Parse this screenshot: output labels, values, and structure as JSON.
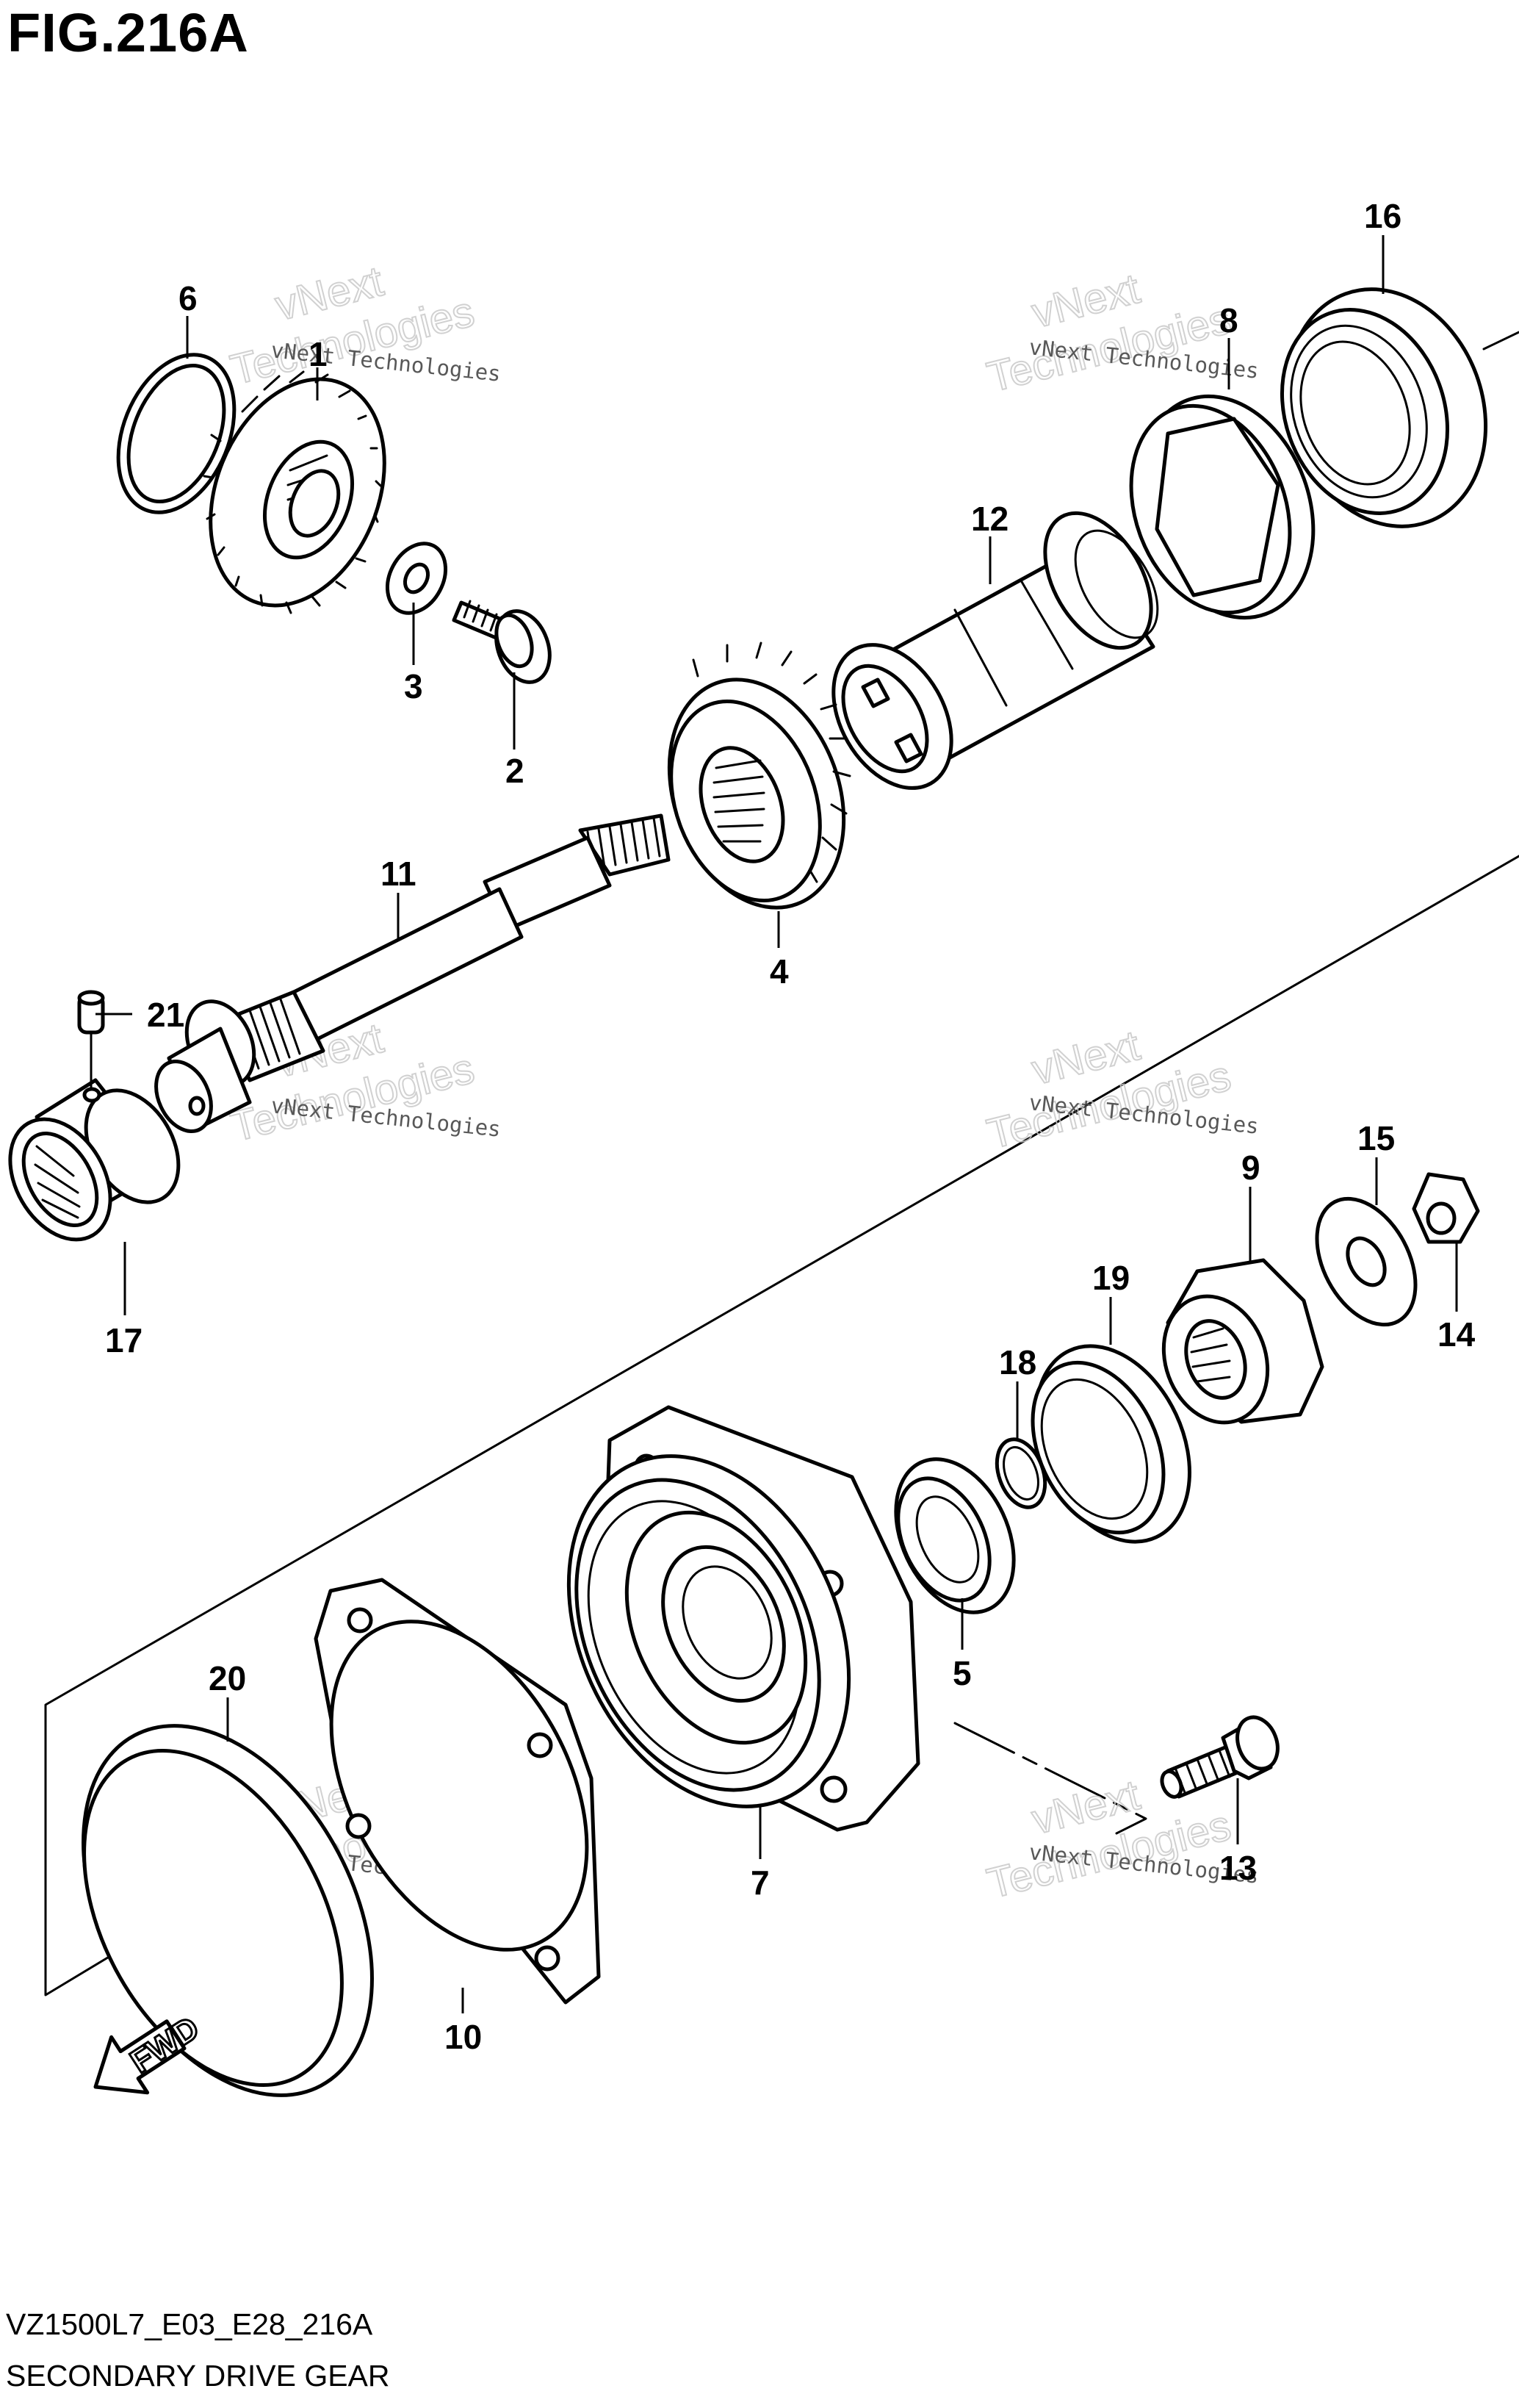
{
  "figure": {
    "title": "FIG.216A",
    "model_code": "VZ1500L7_E03_E28_216A",
    "section_name": "SECONDARY DRIVE GEAR"
  },
  "watermark": {
    "line_small": "vNext Technologies",
    "word_1": "vNext",
    "word_2": "Technologies"
  },
  "direction_marker": "FWD",
  "callouts": {
    "c1": "1",
    "c2": "2",
    "c3": "3",
    "c4": "4",
    "c5": "5",
    "c6": "6",
    "c7": "7",
    "c8": "8",
    "c9": "9",
    "c10": "10",
    "c11": "11",
    "c12": "12",
    "c13": "13",
    "c14": "14",
    "c15": "15",
    "c16": "16",
    "c17": "17",
    "c18": "18",
    "c19": "19",
    "c20": "20",
    "c21": "21"
  }
}
